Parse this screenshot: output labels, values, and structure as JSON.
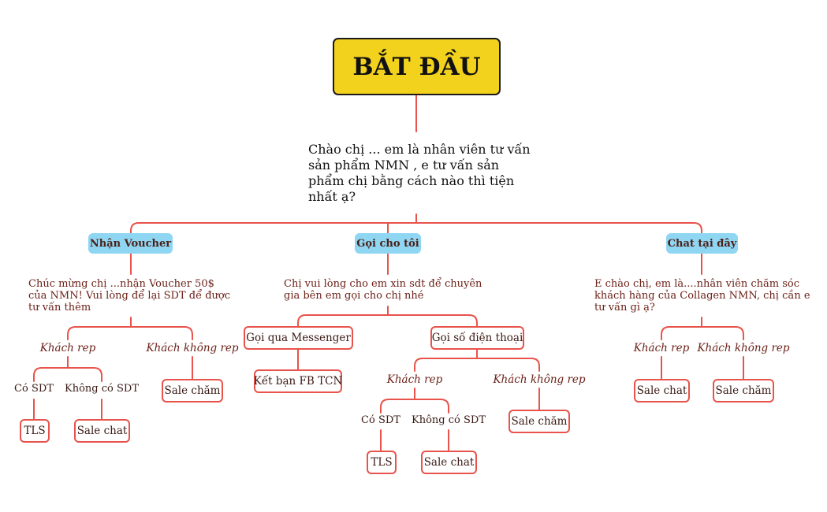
{
  "root": {
    "label": "BẮT ĐẦU"
  },
  "intro": "Chào chị ...  em là  nhân viên tư vấn sản phẩm NMN , e tư vấn sản phẩm chị bằng cách nào thì tiện nhất ạ?",
  "branches": {
    "voucher": {
      "label": "Nhận Voucher",
      "note": "Chúc mừng chị ...nhận Voucher 50$ của NMN! Vui lòng để lại SDT để được tư vấn thêm",
      "rep": {
        "label": "Khách rep",
        "has_phone": {
          "label": "Có SDT",
          "action": "TLS"
        },
        "no_phone": {
          "label": "Không có SDT",
          "action": "Sale chat"
        }
      },
      "no_rep": {
        "label": "Khách không rep",
        "action": "Sale chăm"
      }
    },
    "call": {
      "label": "Gọi cho tôi",
      "note": "Chị vui lòng cho em xin sdt để chuyên gia bên em gọi cho chị nhé",
      "messenger": {
        "label": "Gọi qua Messenger",
        "action": "Kết bạn FB TCN"
      },
      "phone": {
        "label": "Gọi số điện thoại",
        "rep": {
          "label": "Khách rep",
          "has_phone": {
            "label": "Có SDT",
            "action": "TLS"
          },
          "no_phone": {
            "label": "Không có SDT",
            "action": "Sale chat"
          }
        },
        "no_rep": {
          "label": "Khách không rep",
          "action": "Sale chăm"
        }
      }
    },
    "chat": {
      "label": "Chat tại đây",
      "note": "E chào chị, em là....nhân viên chăm sóc khách hàng của Collagen NMN, chị cần e tư vấn gì ạ?",
      "rep": {
        "label": "Khách rep",
        "action": "Sale chat"
      },
      "no_rep": {
        "label": "Khách không rep",
        "action": "Sale chăm"
      }
    }
  },
  "colors": {
    "root_fill": "#f2d21d",
    "branch_fill": "#8fd6f3",
    "edge": "#e8534b",
    "note_text": "#6b2118"
  }
}
